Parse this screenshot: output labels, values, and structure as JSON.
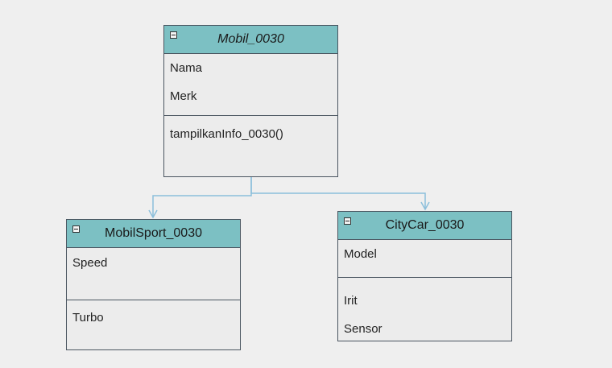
{
  "diagram": {
    "classes": {
      "mobil": {
        "name": "Mobil_0030",
        "attributes": [
          "Nama",
          "Merk"
        ],
        "methods": [
          "tampilkanInfo_0030()"
        ]
      },
      "mobilsport": {
        "name": "MobilSport_0030",
        "attributes": [
          "Speed"
        ],
        "methods": [
          "Turbo"
        ]
      },
      "citycar": {
        "name": "CityCar_0030",
        "attributes": [
          "Model"
        ],
        "methods": [
          "Irit",
          "Sensor"
        ]
      }
    },
    "colors": {
      "header": "#7cc0c3",
      "body": "#ececec",
      "border": "#4a5560",
      "connector": "#8cbfdb",
      "background": "#efefef"
    }
  }
}
